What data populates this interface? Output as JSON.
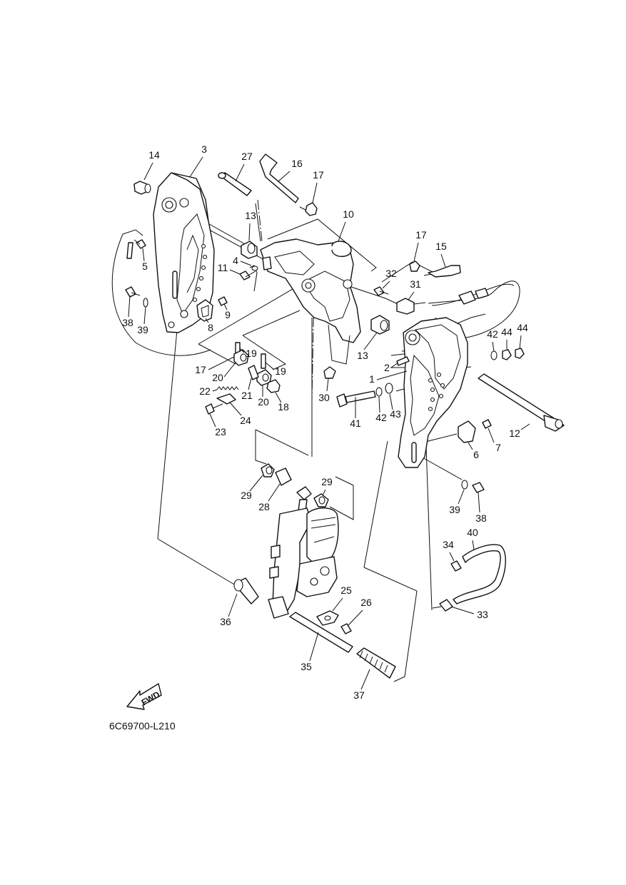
{
  "diagram_code": "6C69700-L210",
  "fwd_label": "FWD",
  "callouts": {
    "p1": "1",
    "p2": "2",
    "p3": "3",
    "p4": "4",
    "p5": "5",
    "p6": "6",
    "p7": "7",
    "p8": "8",
    "p9": "9",
    "p10": "10",
    "p11": "11",
    "p12": "12",
    "p13a": "13",
    "p13b": "13",
    "p14": "14",
    "p15": "15",
    "p16": "16",
    "p17a": "17",
    "p17b": "17",
    "p17c": "17",
    "p18": "18",
    "p19a": "19",
    "p19b": "19",
    "p20a": "20",
    "p20b": "20",
    "p21": "21",
    "p22": "22",
    "p23": "23",
    "p24": "24",
    "p25": "25",
    "p26": "26",
    "p27": "27",
    "p28": "28",
    "p29a": "29",
    "p29b": "29",
    "p30": "30",
    "p31": "31",
    "p32": "32",
    "p33": "33",
    "p34": "34",
    "p35": "35",
    "p36": "36",
    "p37": "37",
    "p38a": "38",
    "p38b": "38",
    "p39a": "39",
    "p39b": "39",
    "p40": "40",
    "p41": "41",
    "p42a": "42",
    "p42b": "42",
    "p43": "43",
    "p44a": "44",
    "p44b": "44"
  }
}
